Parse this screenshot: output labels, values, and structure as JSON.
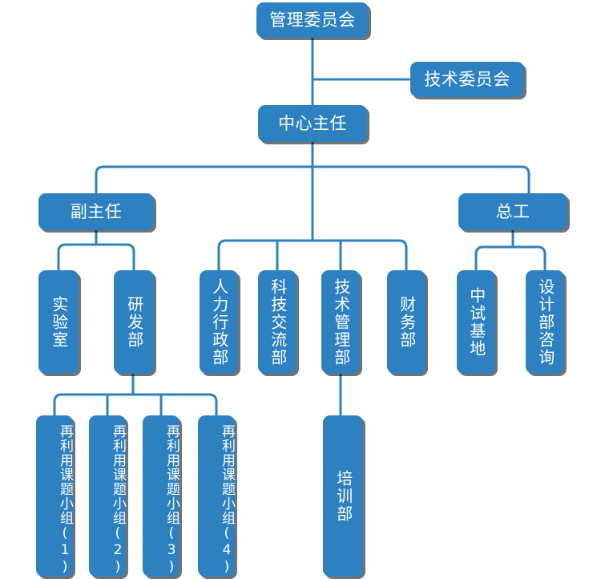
{
  "chart_data": {
    "type": "diagram",
    "title": "组织结构图",
    "diagram_kind": "organization-chart",
    "accent_color": "#2E81C0",
    "text_color": "#FFFFFF",
    "background_color": "#FFFFFF",
    "connector_color": "#2E81C0",
    "nodes": [
      {
        "id": "n1",
        "label": "管理委员会",
        "level": 0,
        "orientation": "horizontal"
      },
      {
        "id": "n2",
        "label": "技术委员会",
        "level": 1,
        "orientation": "horizontal"
      },
      {
        "id": "n3",
        "label": "中心主任",
        "level": 1,
        "orientation": "horizontal"
      },
      {
        "id": "n4",
        "label": "副主任",
        "level": 2,
        "orientation": "horizontal"
      },
      {
        "id": "n5",
        "label": "总工",
        "level": 2,
        "orientation": "horizontal"
      },
      {
        "id": "n6",
        "label": "实验室",
        "level": 3,
        "orientation": "vertical"
      },
      {
        "id": "n7",
        "label": "研发部",
        "level": 3,
        "orientation": "vertical"
      },
      {
        "id": "n8",
        "label": "人力行政部",
        "level": 3,
        "orientation": "vertical"
      },
      {
        "id": "n9",
        "label": "科技交流部",
        "level": 3,
        "orientation": "vertical"
      },
      {
        "id": "n10",
        "label": "技术管理部",
        "level": 3,
        "orientation": "vertical"
      },
      {
        "id": "n11",
        "label": "财务部",
        "level": 3,
        "orientation": "vertical"
      },
      {
        "id": "n12",
        "label": "中试基地",
        "level": 3,
        "orientation": "vertical"
      },
      {
        "id": "n13",
        "label": "设计部咨询",
        "level": 3,
        "orientation": "vertical"
      },
      {
        "id": "n14",
        "label": "再利用课题小组(1)",
        "level": 4,
        "orientation": "vertical"
      },
      {
        "id": "n15",
        "label": "再利用课题小组(2)",
        "level": 4,
        "orientation": "vertical"
      },
      {
        "id": "n16",
        "label": "再利用课题小组(3)",
        "level": 4,
        "orientation": "vertical"
      },
      {
        "id": "n17",
        "label": "再利用课题小组(4)",
        "level": 4,
        "orientation": "vertical"
      },
      {
        "id": "n18",
        "label": "培训部",
        "level": 4,
        "orientation": "vertical"
      }
    ],
    "edges": [
      {
        "from": "n1",
        "to": "n2"
      },
      {
        "from": "n1",
        "to": "n3"
      },
      {
        "from": "n3",
        "to": "n4"
      },
      {
        "from": "n3",
        "to": "n5"
      },
      {
        "from": "n3",
        "to": "n8"
      },
      {
        "from": "n3",
        "to": "n9"
      },
      {
        "from": "n3",
        "to": "n10"
      },
      {
        "from": "n3",
        "to": "n11"
      },
      {
        "from": "n4",
        "to": "n6"
      },
      {
        "from": "n4",
        "to": "n7"
      },
      {
        "from": "n5",
        "to": "n12"
      },
      {
        "from": "n5",
        "to": "n13"
      },
      {
        "from": "n7",
        "to": "n14"
      },
      {
        "from": "n7",
        "to": "n15"
      },
      {
        "from": "n7",
        "to": "n16"
      },
      {
        "from": "n7",
        "to": "n17"
      },
      {
        "from": "n10",
        "to": "n18"
      }
    ]
  },
  "nodes": {
    "management_committee": "管理委员会",
    "technical_committee": "技术委员会",
    "center_director": "中心主任",
    "deputy_director": "副主任",
    "chief_engineer": "总工",
    "laboratory": "实验室",
    "rd_department": "研发部",
    "hr_admin_department": "人力行政部",
    "sci_tech_exchange_department": "科技交流部",
    "tech_management_department": "技术管理部",
    "finance_department": "财务部",
    "pilot_base": "中试基地",
    "design_consulting_department": "设计部咨询",
    "reuse_group_1": "再利用课题小组(1)",
    "reuse_group_2": "再利用课题小组(2)",
    "reuse_group_3": "再利用课题小组(3)",
    "reuse_group_4": "再利用课题小组(4)",
    "training_department": "培训部"
  }
}
